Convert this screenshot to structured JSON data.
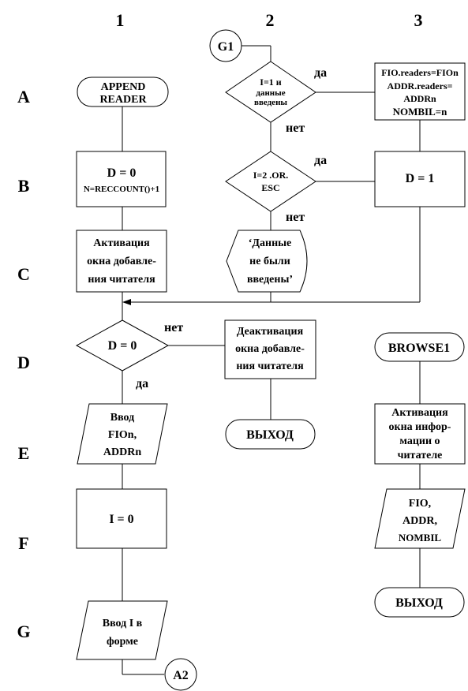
{
  "columns": [
    "1",
    "2",
    "3"
  ],
  "rows": [
    "A",
    "B",
    "C",
    "D",
    "E",
    "F",
    "G"
  ],
  "connectors": {
    "g1": "G1",
    "a2": "A2"
  },
  "col1": {
    "append_reader": [
      "APPEND",
      "READER"
    ],
    "d_zero_init": [
      "D = 0",
      "N=RECCOUNT()+1"
    ],
    "activate_add_window": [
      "Активация",
      "окна добавле-",
      "ния читателя"
    ],
    "d_equals_zero": "D = 0",
    "input_fio_addr": [
      "Ввод",
      "FIOn,",
      "ADDRn"
    ],
    "i_zero": "I = 0",
    "input_i_form": [
      "Ввод I в",
      "форме"
    ]
  },
  "col2": {
    "check_data_entered": [
      "I=1 и",
      "данные",
      "введены"
    ],
    "check_esc": [
      "I=2 .OR.",
      "ESC"
    ],
    "no_data_message": [
      "‘Данные",
      "не были",
      "введены’"
    ],
    "deactivate_add_window": [
      "Деактивация",
      "окна добавле-",
      "ния читателя"
    ],
    "exit": "ВЫХОД"
  },
  "col3": {
    "assign_fields": [
      "FIO.readers=FIOn",
      "ADDR.readers=",
      "ADDRn",
      "NOMBIL=n"
    ],
    "d_one": "D = 1",
    "browse1": "BROWSE1",
    "activate_info_window": [
      "Активация",
      "окна инфор-",
      "мации о",
      "читателе"
    ],
    "output_fields": [
      "FIO,",
      "ADDR,",
      "NOMBIL"
    ],
    "exit": "ВЫХОД"
  },
  "edge_labels": {
    "yes": "да",
    "no": "нет"
  }
}
